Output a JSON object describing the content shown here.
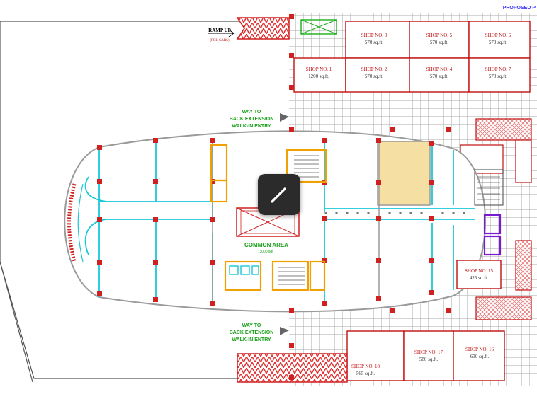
{
  "header": {
    "proposed_label": "PROPOSED P"
  },
  "ramp": {
    "line1": "RAMP UP",
    "line2": "(FOR CARS)"
  },
  "way_top": {
    "l1": "WAY TO",
    "l2": "BACK EXTENSION",
    "l3": "WALK-IN ENTRY"
  },
  "way_bottom": {
    "l1": "WAY TO",
    "l2": "BACK EXTENSION",
    "l3": "WALK-IN ENTRY"
  },
  "common_area": {
    "label": "COMMON AREA",
    "area": "3000 sqf"
  },
  "shops": [
    {
      "name": "SHOP NO. 3",
      "area": "570 sq.ft."
    },
    {
      "name": "SHOP NO. 5",
      "area": "570 sq.ft."
    },
    {
      "name": "SHOP NO. 6",
      "area": "570 sq.ft."
    },
    {
      "name": "SHOP NO. 1",
      "area": "1200 sq.ft."
    },
    {
      "name": "SHOP NO. 2",
      "area": "570 sq.ft."
    },
    {
      "name": "SHOP NO. 4",
      "area": "570 sq.ft."
    },
    {
      "name": "SHOP NO. 7",
      "area": "570 sq.ft."
    },
    {
      "name": "SHOP NO. 15",
      "area": "425 sq.ft."
    },
    {
      "name": "SHOP NO. 17",
      "area": "580 sq.ft."
    },
    {
      "name": "SHOP NO. 16",
      "area": "630 sq.ft."
    },
    {
      "name": "SHOP NO. 18",
      "area": "565 sq.ft."
    }
  ],
  "colors": {
    "wall_red": "#d92020",
    "partition_cyan": "#19c9d6",
    "column_gray": "#9a9a9a",
    "core_orange": "#f0a000",
    "tile_grid": "#b0b0b0",
    "shop_border": "#c01010",
    "highlight_unit": "#f6dfa2",
    "purple_lift": "#7a1ad0",
    "green_text": "#1aa01a",
    "toolbar_bg": "#2b2b2b"
  },
  "icons": {
    "edit": "pencil-icon"
  }
}
